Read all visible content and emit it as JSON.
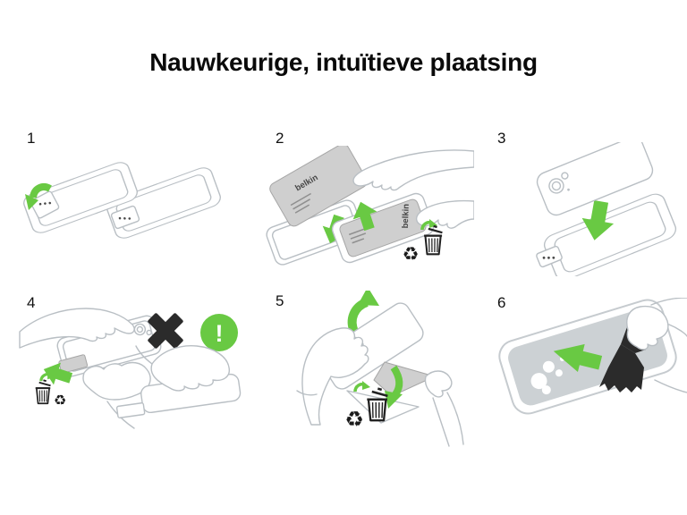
{
  "title": "Nauwkeurige, intuïtieve plaatsing",
  "colors": {
    "accent_green": "#69C943",
    "icon_black": "#2B2B2B",
    "line_gray": "#B9BFC4",
    "film_gray": "#CFCFCF"
  },
  "glyphs": {
    "recycle": "♻"
  },
  "steps": [
    {
      "number": "1",
      "icons": [
        "peel-curve-arrow-icon",
        "alignment-tray",
        "tray-flap-dots"
      ]
    },
    {
      "number": "2",
      "film_label": "belkin",
      "icons": [
        "arrow-down-icon",
        "arrow-up-icon",
        "recycle-icon",
        "trash-icon",
        "toss-arrow-icon"
      ]
    },
    {
      "number": "3",
      "icons": [
        "arrow-down-icon",
        "phone-back-camera",
        "alignment-tray"
      ]
    },
    {
      "number": "4",
      "warning_mark": "!",
      "icons": [
        "arrow-left-icon",
        "trash-icon",
        "recycle-icon",
        "toss-arrow-icon",
        "x-mark-icon",
        "warning-icon"
      ]
    },
    {
      "number": "5",
      "icons": [
        "curve-arrow-up-icon",
        "curve-arrow-down-icon",
        "recycle-icon",
        "trash-icon",
        "toss-arrow-icon"
      ]
    },
    {
      "number": "6",
      "icons": [
        "arrow-left-icon",
        "squeegee-icon",
        "bubbles"
      ]
    }
  ]
}
